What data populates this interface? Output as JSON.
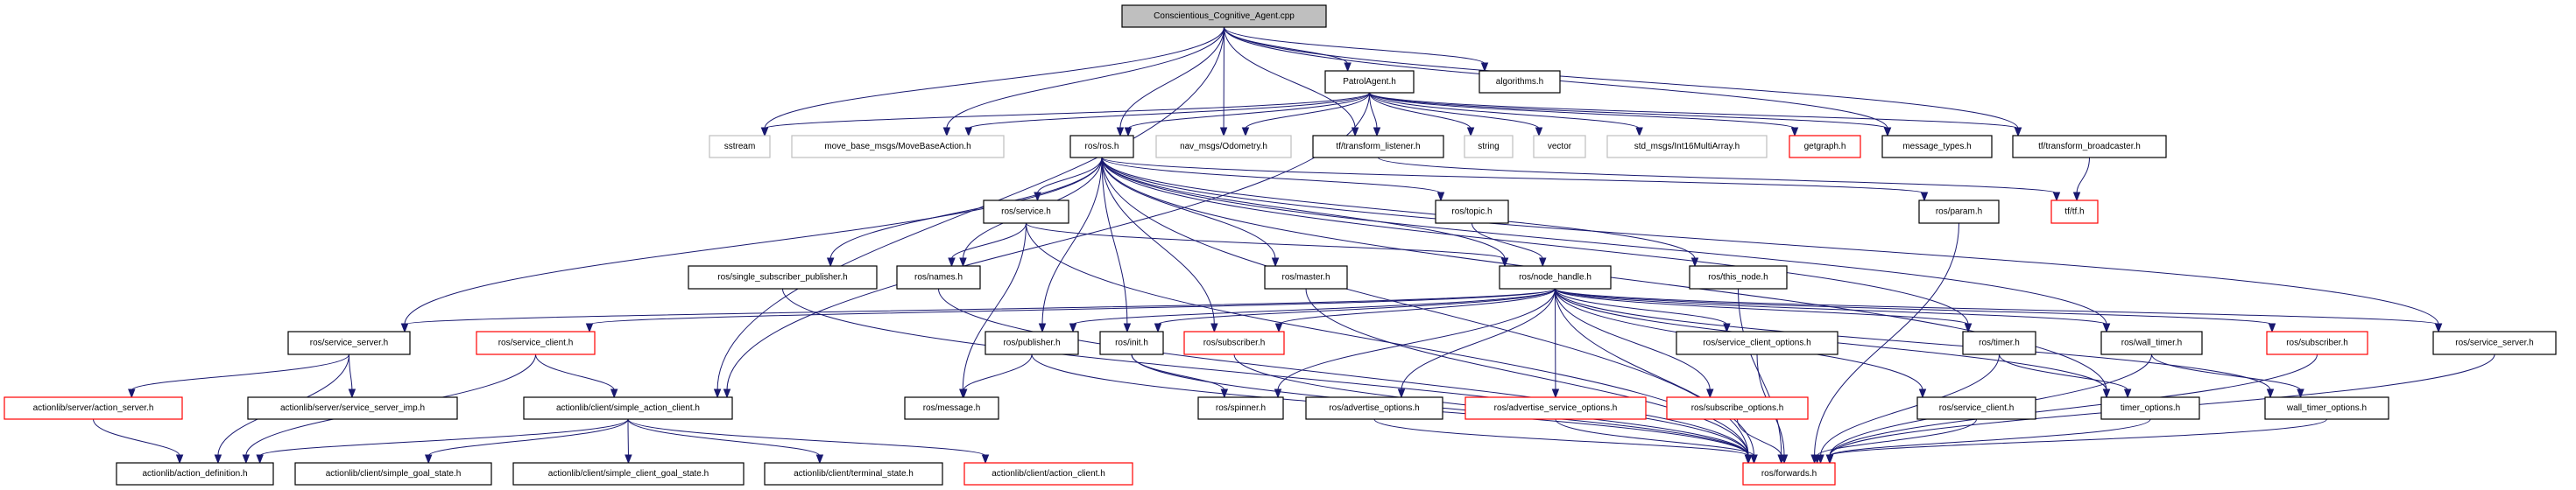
{
  "title": "Conscientious_Cognitive_Agent.cpp",
  "colors": {
    "edge": "#191970",
    "root_fill": "#bfbfbf",
    "normal_border": "#000000",
    "missing_border": "#ff0000",
    "external_border": "#bfbfbf"
  },
  "nodes": [
    {
      "id": "root",
      "label": "Conscientious_Cognitive_Agent.cpp",
      "kind": "root"
    },
    {
      "id": "patrol",
      "label": "PatrolAgent.h",
      "kind": "normal"
    },
    {
      "id": "algorithms",
      "label": "algorithms.h",
      "kind": "normal"
    },
    {
      "id": "sstream",
      "label": "sstream",
      "kind": "external"
    },
    {
      "id": "movebase",
      "label": "move_base_msgs/MoveBaseAction.h",
      "kind": "external"
    },
    {
      "id": "rosros",
      "label": "ros/ros.h",
      "kind": "normal"
    },
    {
      "id": "odometry",
      "label": "nav_msgs/Odometry.h",
      "kind": "external"
    },
    {
      "id": "tflistener",
      "label": "tf/transform_listener.h",
      "kind": "normal"
    },
    {
      "id": "string",
      "label": "string",
      "kind": "external"
    },
    {
      "id": "vector",
      "label": "vector",
      "kind": "external"
    },
    {
      "id": "int16",
      "label": "std_msgs/Int16MultiArray.h",
      "kind": "external"
    },
    {
      "id": "getgraph",
      "label": "getgraph.h",
      "kind": "missing"
    },
    {
      "id": "msgtypes",
      "label": "message_types.h",
      "kind": "normal"
    },
    {
      "id": "tfbroadcaster",
      "label": "tf/transform_broadcaster.h",
      "kind": "normal"
    },
    {
      "id": "service",
      "label": "ros/service.h",
      "kind": "normal"
    },
    {
      "id": "topic",
      "label": "ros/topic.h",
      "kind": "normal"
    },
    {
      "id": "param",
      "label": "ros/param.h",
      "kind": "normal"
    },
    {
      "id": "tftf",
      "label": "tf/tf.h",
      "kind": "missing"
    },
    {
      "id": "singlesub",
      "label": "ros/single_subscriber_publisher.h",
      "kind": "normal"
    },
    {
      "id": "names",
      "label": "ros/names.h",
      "kind": "normal"
    },
    {
      "id": "master",
      "label": "ros/master.h",
      "kind": "normal"
    },
    {
      "id": "nodehandle",
      "label": "ros/node_handle.h",
      "kind": "normal"
    },
    {
      "id": "thisnode",
      "label": "ros/this_node.h",
      "kind": "normal"
    },
    {
      "id": "srvserverL",
      "label": "ros/service_server.h",
      "kind": "normal"
    },
    {
      "id": "srvclientL",
      "label": "ros/service_client.h",
      "kind": "missing"
    },
    {
      "id": "publisher",
      "label": "ros/publisher.h",
      "kind": "normal"
    },
    {
      "id": "init",
      "label": "ros/init.h",
      "kind": "normal"
    },
    {
      "id": "subscriberL",
      "label": "ros/subscriber.h",
      "kind": "missing"
    },
    {
      "id": "srvclientopts",
      "label": "ros/service_client_options.h",
      "kind": "normal"
    },
    {
      "id": "timer",
      "label": "ros/timer.h",
      "kind": "normal"
    },
    {
      "id": "walltimer",
      "label": "ros/wall_timer.h",
      "kind": "normal"
    },
    {
      "id": "subscriberR",
      "label": "ros/subscriber.h",
      "kind": "missing"
    },
    {
      "id": "srvserverR",
      "label": "ros/service_server.h",
      "kind": "normal"
    },
    {
      "id": "actionserver",
      "label": "actionlib/server/action_server.h",
      "kind": "missing"
    },
    {
      "id": "srvserverimp",
      "label": "actionlib/server/service_server_imp.h",
      "kind": "normal"
    },
    {
      "id": "simpleactionclient",
      "label": "actionlib/client/simple_action_client.h",
      "kind": "normal"
    },
    {
      "id": "message",
      "label": "ros/message.h",
      "kind": "normal"
    },
    {
      "id": "spinner",
      "label": "ros/spinner.h",
      "kind": "normal"
    },
    {
      "id": "advopts",
      "label": "ros/advertise_options.h",
      "kind": "normal"
    },
    {
      "id": "advsrvopts",
      "label": "ros/advertise_service_options.h",
      "kind": "missing"
    },
    {
      "id": "subopts",
      "label": "ros/subscribe_options.h",
      "kind": "missing"
    },
    {
      "id": "srvclientR",
      "label": "ros/service_client.h",
      "kind": "normal"
    },
    {
      "id": "timeropts",
      "label": "timer_options.h",
      "kind": "normal"
    },
    {
      "id": "walltimeropts",
      "label": "wall_timer_options.h",
      "kind": "normal"
    },
    {
      "id": "actiondef",
      "label": "actionlib/action_definition.h",
      "kind": "normal"
    },
    {
      "id": "simplegoal",
      "label": "actionlib/client/simple_goal_state.h",
      "kind": "normal"
    },
    {
      "id": "simpleclientgoal",
      "label": "actionlib/client/simple_client_goal_state.h",
      "kind": "normal"
    },
    {
      "id": "terminal",
      "label": "actionlib/client/terminal_state.h",
      "kind": "normal"
    },
    {
      "id": "actionclient",
      "label": "actionlib/client/action_client.h",
      "kind": "missing"
    },
    {
      "id": "forwards",
      "label": "ros/forwards.h",
      "kind": "missing"
    }
  ],
  "edges": [
    [
      "root",
      "patrol"
    ],
    [
      "root",
      "algorithms"
    ],
    [
      "root",
      "sstream"
    ],
    [
      "root",
      "movebase"
    ],
    [
      "root",
      "rosros"
    ],
    [
      "root",
      "odometry"
    ],
    [
      "root",
      "tflistener"
    ],
    [
      "root",
      "tfbroadcaster"
    ],
    [
      "root",
      "msgtypes"
    ],
    [
      "root",
      "simpleactionclient"
    ],
    [
      "patrol",
      "sstream"
    ],
    [
      "patrol",
      "movebase"
    ],
    [
      "patrol",
      "rosros"
    ],
    [
      "patrol",
      "odometry"
    ],
    [
      "patrol",
      "tflistener"
    ],
    [
      "patrol",
      "string"
    ],
    [
      "patrol",
      "vector"
    ],
    [
      "patrol",
      "int16"
    ],
    [
      "patrol",
      "getgraph"
    ],
    [
      "patrol",
      "msgtypes"
    ],
    [
      "patrol",
      "tfbroadcaster"
    ],
    [
      "patrol",
      "simpleactionclient"
    ],
    [
      "tflistener",
      "tftf"
    ],
    [
      "tfbroadcaster",
      "tftf"
    ],
    [
      "rosros",
      "service"
    ],
    [
      "rosros",
      "names"
    ],
    [
      "rosros",
      "singlesub"
    ],
    [
      "rosros",
      "srvserverL"
    ],
    [
      "rosros",
      "publisher"
    ],
    [
      "rosros",
      "init"
    ],
    [
      "rosros",
      "subscriberL"
    ],
    [
      "rosros",
      "master"
    ],
    [
      "rosros",
      "nodehandle"
    ],
    [
      "rosros",
      "topic"
    ],
    [
      "rosros",
      "thisnode"
    ],
    [
      "rosros",
      "param"
    ],
    [
      "rosros",
      "timer"
    ],
    [
      "rosros",
      "walltimer"
    ],
    [
      "rosros",
      "srvserverR"
    ],
    [
      "rosros",
      "forwards"
    ],
    [
      "rosros",
      "timeropts"
    ],
    [
      "service",
      "names"
    ],
    [
      "service",
      "message"
    ],
    [
      "service",
      "nodehandle"
    ],
    [
      "service",
      "forwards"
    ],
    [
      "topic",
      "nodehandle"
    ],
    [
      "nodehandle",
      "srvserverL"
    ],
    [
      "nodehandle",
      "srvclientL"
    ],
    [
      "nodehandle",
      "publisher"
    ],
    [
      "nodehandle",
      "init"
    ],
    [
      "nodehandle",
      "subscriberL"
    ],
    [
      "nodehandle",
      "spinner"
    ],
    [
      "nodehandle",
      "advopts"
    ],
    [
      "nodehandle",
      "advsrvopts"
    ],
    [
      "nodehandle",
      "subopts"
    ],
    [
      "nodehandle",
      "srvclientopts"
    ],
    [
      "nodehandle",
      "timer"
    ],
    [
      "nodehandle",
      "walltimer"
    ],
    [
      "nodehandle",
      "subscriberR"
    ],
    [
      "nodehandle",
      "srvserverR"
    ],
    [
      "nodehandle",
      "srvclientR"
    ],
    [
      "nodehandle",
      "timeropts"
    ],
    [
      "nodehandle",
      "walltimeropts"
    ],
    [
      "nodehandle",
      "forwards"
    ],
    [
      "srvserverL",
      "actionserver"
    ],
    [
      "srvserverL",
      "srvserverimp"
    ],
    [
      "srvserverL",
      "actiondef"
    ],
    [
      "srvclientL",
      "simpleactionclient"
    ],
    [
      "srvclientL",
      "actiondef"
    ],
    [
      "actionserver",
      "actiondef"
    ],
    [
      "simpleactionclient",
      "actiondef"
    ],
    [
      "simpleactionclient",
      "simplegoal"
    ],
    [
      "simpleactionclient",
      "simpleclientgoal"
    ],
    [
      "simpleactionclient",
      "terminal"
    ],
    [
      "simpleactionclient",
      "actionclient"
    ],
    [
      "publisher",
      "message"
    ],
    [
      "publisher",
      "forwards"
    ],
    [
      "init",
      "spinner"
    ],
    [
      "init",
      "forwards"
    ],
    [
      "names",
      "forwards"
    ],
    [
      "master",
      "forwards"
    ],
    [
      "singlesub",
      "forwards"
    ],
    [
      "subscriberL",
      "forwards"
    ],
    [
      "advopts",
      "forwards"
    ],
    [
      "advsrvopts",
      "forwards"
    ],
    [
      "subopts",
      "forwards"
    ],
    [
      "srvclientopts",
      "forwards"
    ],
    [
      "srvclientR",
      "forwards"
    ],
    [
      "timer",
      "timeropts"
    ],
    [
      "timer",
      "forwards"
    ],
    [
      "walltimer",
      "walltimeropts"
    ],
    [
      "walltimer",
      "forwards"
    ],
    [
      "timeropts",
      "forwards"
    ],
    [
      "walltimeropts",
      "forwards"
    ],
    [
      "subscriberR",
      "forwards"
    ],
    [
      "srvserverR",
      "forwards"
    ],
    [
      "param",
      "forwards"
    ],
    [
      "thisnode",
      "forwards"
    ]
  ]
}
